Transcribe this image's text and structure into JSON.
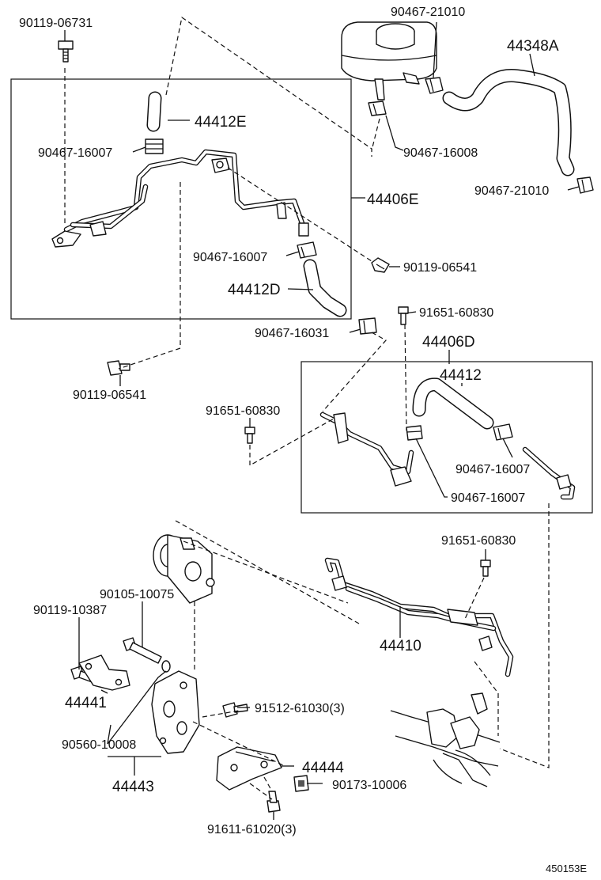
{
  "labels": {
    "l_90119_06731": "90119-06731",
    "l_90467_21010_top": "90467-21010",
    "l_44348A": "44348A",
    "l_44412E": "44412E",
    "l_90467_16007_a": "90467-16007",
    "l_90467_16008": "90467-16008",
    "l_44406E": "44406E",
    "l_90467_21010_bot": "90467-21010",
    "l_90467_16007_b": "90467-16007",
    "l_90119_06541_a": "90119-06541",
    "l_44412D": "44412D",
    "l_91651_60830_a": "91651-60830",
    "l_90467_16031": "90467-16031",
    "l_44406D": "44406D",
    "l_44412": "44412",
    "l_90119_06541_b": "90119-06541",
    "l_91651_60830_b": "91651-60830",
    "l_90467_16007_c": "90467-16007",
    "l_90467_16007_d": "90467-16007",
    "l_91651_60830_c": "91651-60830",
    "l_90105_10075": "90105-10075",
    "l_90119_10387": "90119-10387",
    "l_44410": "44410",
    "l_44441": "44441",
    "l_91512_61030": "91512-61030(3)",
    "l_90560_10008": "90560-10008",
    "l_44443": "44443",
    "l_44444": "44444",
    "l_90173_10006": "90173-10006",
    "l_91611_61020": "91611-61020(3)",
    "footer_code": "450153E"
  },
  "colors": {
    "ink": "#111111",
    "paper": "#ffffff",
    "shade": "#555555"
  }
}
